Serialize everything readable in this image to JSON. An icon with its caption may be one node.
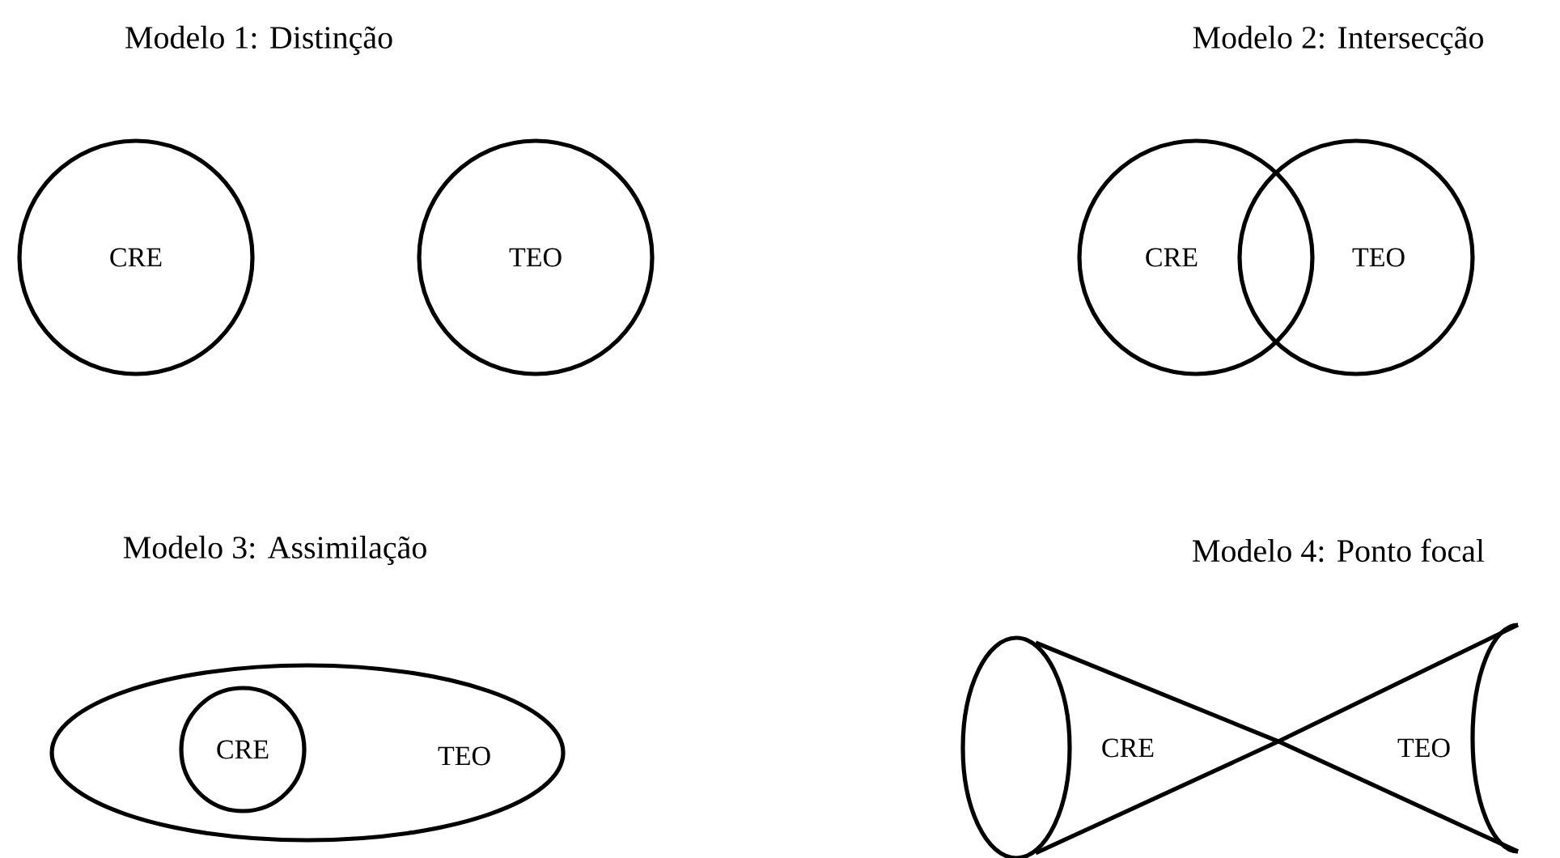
{
  "diagram": {
    "nodes": [
      {
        "text": [
          "CRE"
        ]
      },
      {
        "text": [
          "TEO"
        ]
      },
      {
        "text": [
          "CRE"
        ]
      },
      {
        "text": [
          "TEO"
        ]
      },
      {
        "text": [
          "TEO"
        ]
      },
      {
        "text": [
          "CRE"
        ],
        "in": 4
      },
      {
        "text": [
          "CRE"
        ]
      },
      {
        "text": [
          "TEO"
        ]
      }
    ],
    "labels": [
      "Modelo 1: Distinção",
      "Modelo 2: Intersecção",
      "Modelo 3: Assimilação",
      "Modelo 4: Ponto focal"
    ]
  }
}
